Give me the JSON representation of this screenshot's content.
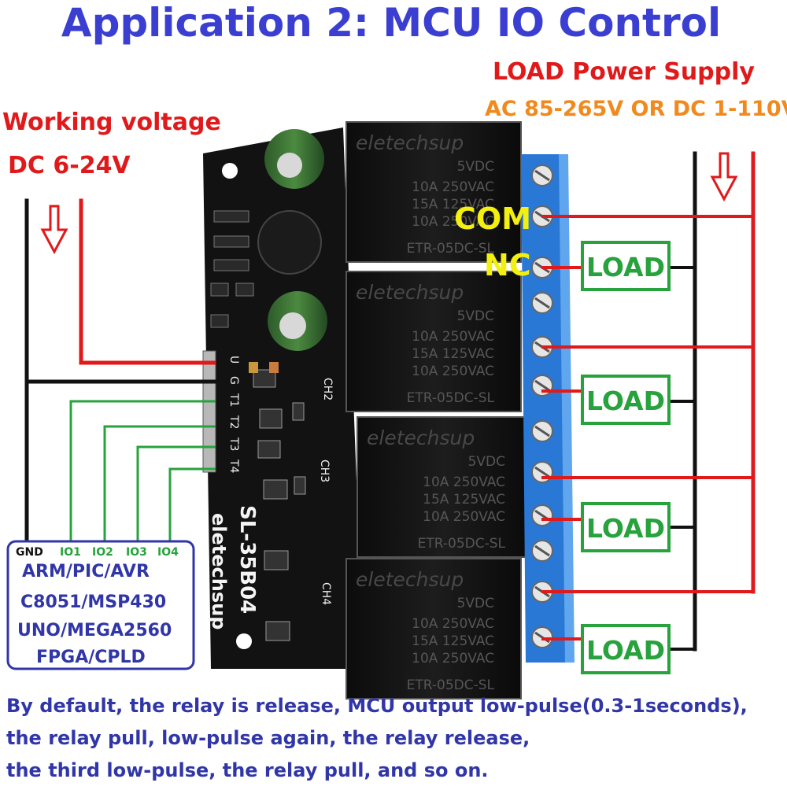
{
  "title": "Application 2: MCU IO Control",
  "working_voltage": {
    "label": "Working voltage",
    "value": "DC 6-24V"
  },
  "load_power": {
    "label": "LOAD Power Supply",
    "value": "AC 85-265V OR DC 1-110V"
  },
  "terminal_labels": {
    "com": "COM",
    "nc": "NC"
  },
  "load_label": "LOAD",
  "board": {
    "model": "SL-35B04",
    "brand": "eletechsup",
    "header_pins": [
      "U",
      "G",
      "T1",
      "T2",
      "T3",
      "T4"
    ],
    "channels": [
      "CH2",
      "CH3",
      "CH4"
    ]
  },
  "relay": {
    "brand": "eletechsup",
    "lines": [
      "5VDC",
      "10A 250VAC",
      "15A 125VAC",
      "10A 250VAC",
      "ETR-05DC-SL"
    ]
  },
  "mcu": {
    "pins": [
      "GND",
      "IO1",
      "IO2",
      "IO3",
      "IO4"
    ],
    "platforms": [
      "ARM/PIC/AVR",
      "C8051/MSP430",
      "UNO/MEGA2560",
      "FPGA/CPLD"
    ]
  },
  "note_lines": [
    "By default, the relay is release, MCU output low-pulse(0.3-1seconds),",
    "the relay pull, low-pulse again, the relay release,",
    "the third low-pulse, the relay pull, and so on."
  ],
  "colors": {
    "title": "#3a3fd2",
    "red_wire": "#e0191b",
    "green_wire": "#27a23c",
    "terminal_blue": "#2a78d6",
    "pcb": "#121212"
  }
}
